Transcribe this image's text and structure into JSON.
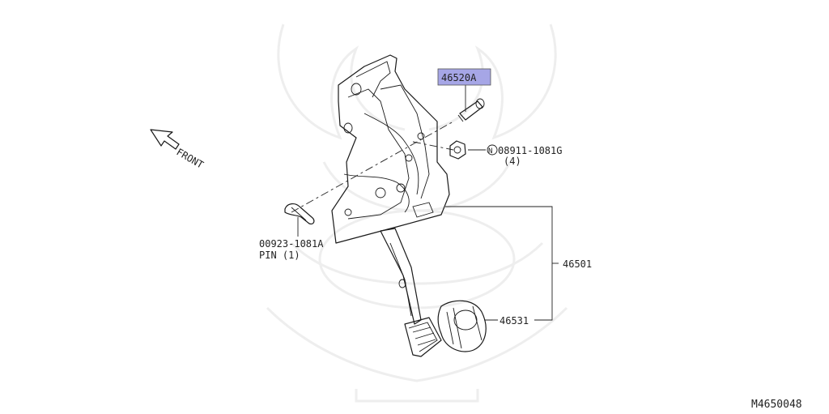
{
  "diagram_id": "M4650048",
  "orientation_label": "FRONT",
  "callouts": {
    "highlighted_part": "46520A",
    "nut_symbol": "N",
    "nut_number": "08911-1081G",
    "nut_qty": "(4)",
    "pin_number": "00923-1081A",
    "pin_name": "PIN (1)",
    "pedal_assembly": "46501",
    "pedal_pad": "46531"
  },
  "colors": {
    "highlight": "#a6a6e6",
    "line": "#1a1a1a",
    "watermark": "#eeeeee"
  }
}
